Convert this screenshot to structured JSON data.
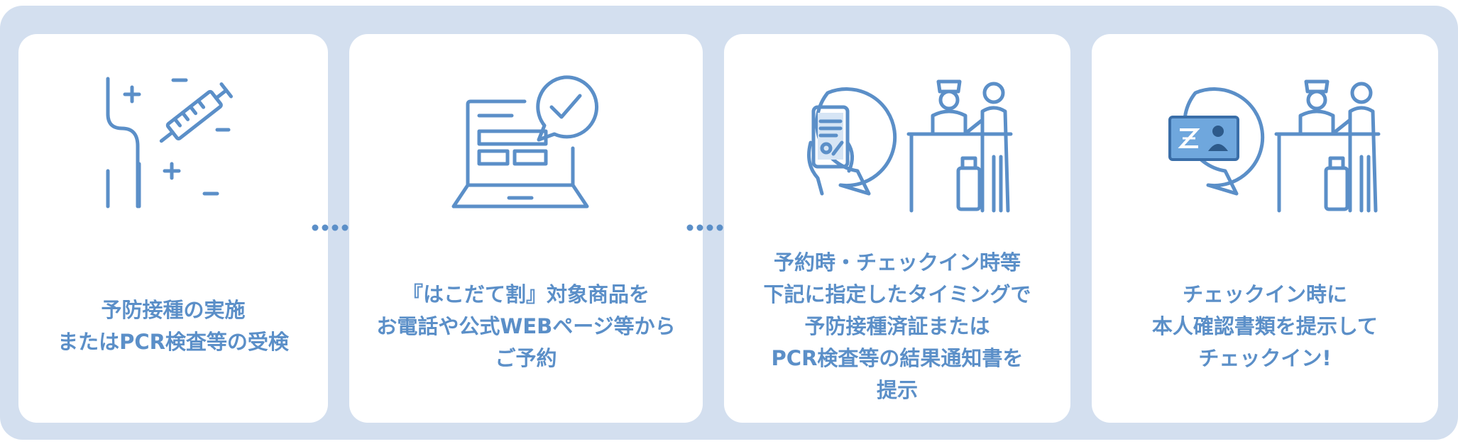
{
  "colors": {
    "frame_bg": "#d3dfef",
    "card_bg": "#ffffff",
    "accent": "#5b8fc8"
  },
  "steps": [
    {
      "icon": "vaccine-syringe-icon",
      "caption": "予防接種の実施\nまたはPCR検査等の受検"
    },
    {
      "icon": "laptop-booking-icon",
      "caption": "『はこだて割』対象商品を\nお電話や公式WEBページ等から\nご予約"
    },
    {
      "icon": "phone-certificate-reception-icon",
      "caption": "予約時・チェックイン時等\n下記に指定したタイミングで\n予防接種済証または\nPCR検査等の結果通知書を\n提示"
    },
    {
      "icon": "id-card-reception-icon",
      "caption": "チェックイン時に\n本人確認書類を提示して\nチェックイン!"
    }
  ],
  "arrows": [
    "dotted-arrow-icon",
    "dotted-arrow-icon"
  ]
}
